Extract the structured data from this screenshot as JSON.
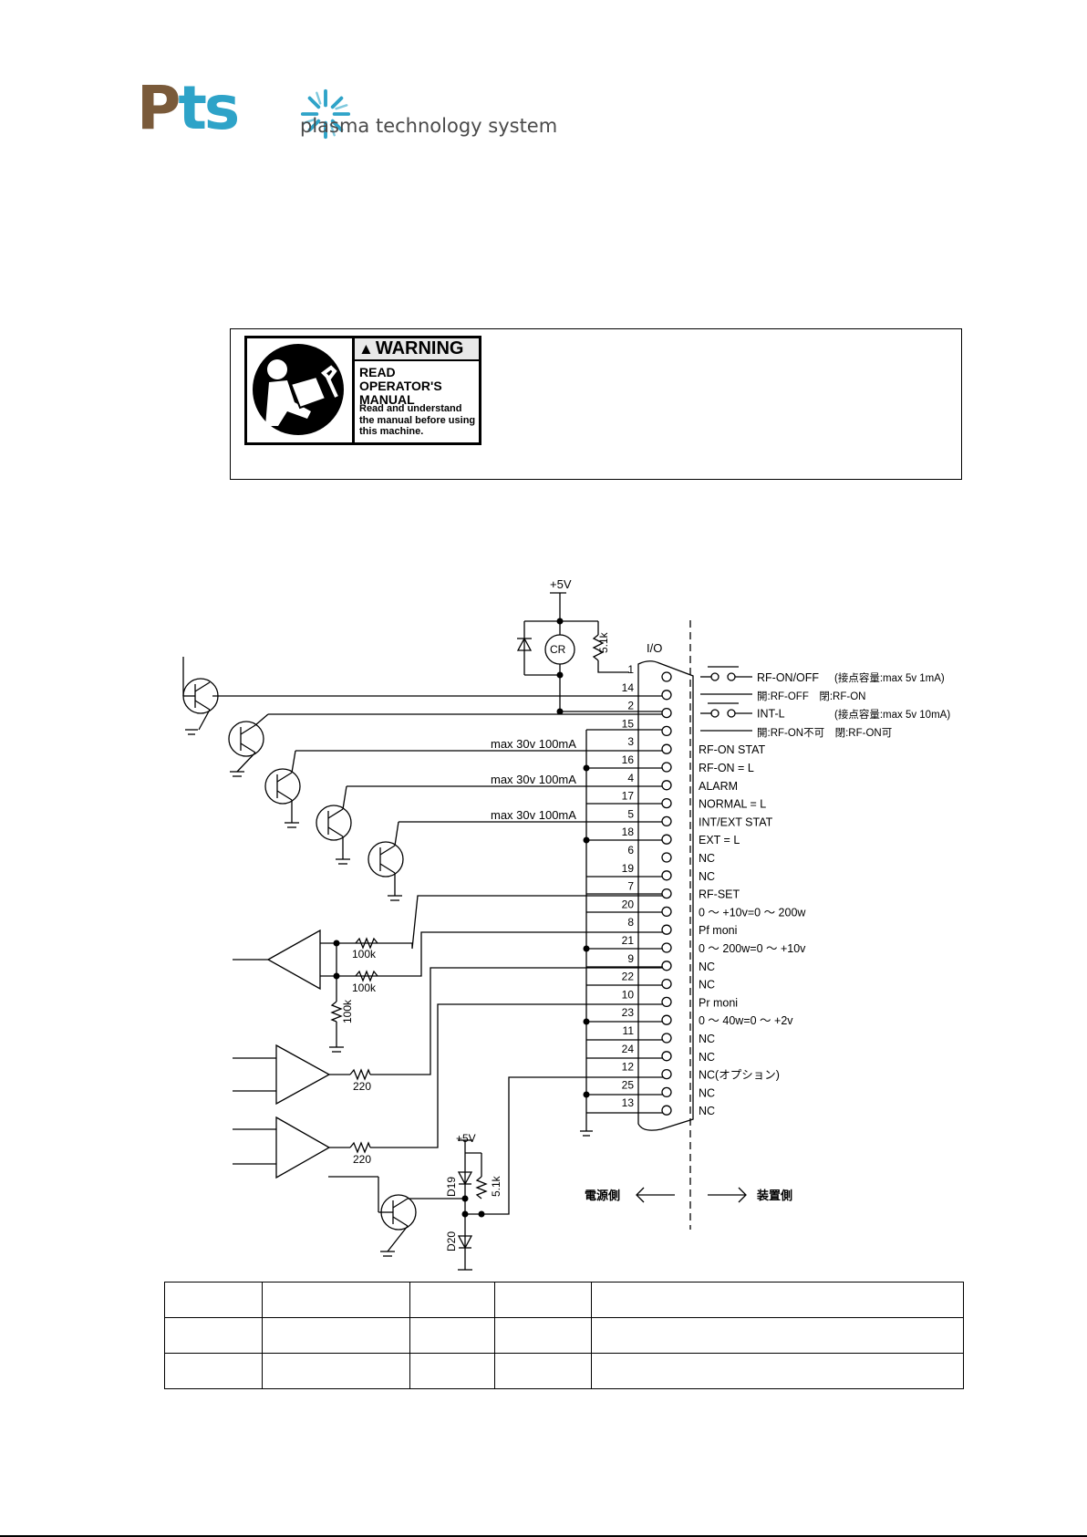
{
  "logo": {
    "brand_p": "P",
    "brand_ts": "ts",
    "tagline": "plasma technology system",
    "colors": {
      "brown": "#7a5a3a",
      "blue": "#2ea3c8"
    },
    "icon": "sparkle-icon"
  },
  "warning": {
    "heading": "WARNING",
    "title": "READ OPERATOR'S MANUAL",
    "body": "Read and understand the manual before using this machine.",
    "icon": "read-manual-icon"
  },
  "schematic": {
    "supply_top": "+5V",
    "supply_bottom": "+5V",
    "relay_label": "CR",
    "resistor_top": "5.1k",
    "connector_label": "I/O",
    "collector_note": "max 30v 100mA",
    "resistors": {
      "r100k_a": "100k",
      "r100k_b": "100k",
      "r100k_v": "100k",
      "r220_a": "220",
      "r220_b": "220",
      "r51k_b": "5.1k"
    },
    "diodes": {
      "d19": "D19",
      "d20": "D20"
    },
    "pins": [
      {
        "pin": "1",
        "signal": "RF-ON/OFF"
      },
      {
        "pin": "14",
        "signal": ""
      },
      {
        "pin": "2",
        "signal": "INT-L"
      },
      {
        "pin": "15",
        "signal": ""
      },
      {
        "pin": "3",
        "signal": "RF-ON STAT"
      },
      {
        "pin": "16",
        "signal": "RF-ON = L"
      },
      {
        "pin": "4",
        "signal": "ALARM"
      },
      {
        "pin": "17",
        "signal": "NORMAL = L"
      },
      {
        "pin": "5",
        "signal": "INT/EXT STAT"
      },
      {
        "pin": "18",
        "signal": "EXT = L"
      },
      {
        "pin": "6",
        "signal": "NC"
      },
      {
        "pin": "19",
        "signal": "NC"
      },
      {
        "pin": "7",
        "signal": "RF-SET"
      },
      {
        "pin": "20",
        "signal": "0 ～ +10v=0 ～ 200w"
      },
      {
        "pin": "8",
        "signal": "Pf moni"
      },
      {
        "pin": "21",
        "signal": "0 ～ 200w=0 ～ +10v"
      },
      {
        "pin": "9",
        "signal": "NC"
      },
      {
        "pin": "22",
        "signal": "NC"
      },
      {
        "pin": "10",
        "signal": "Pr moni"
      },
      {
        "pin": "23",
        "signal": "0 ～ 40w=0 ～ +2v"
      },
      {
        "pin": "11",
        "signal": "NC"
      },
      {
        "pin": "24",
        "signal": "NC"
      },
      {
        "pin": "12",
        "signal": "NC(オプション)"
      },
      {
        "pin": "25",
        "signal": "NC"
      },
      {
        "pin": "13",
        "signal": "NC"
      }
    ],
    "rf_on_capacity": "(接点容量:max 5v 1mA)",
    "rf_on_states": "開:RF-OFF　閉:RF-ON",
    "int_l_capacity": "(接点容量:max 5v 10mA)",
    "int_l_states": "開:RF-ON不可　閉:RF-ON可",
    "power_side": "電源側",
    "device_side": "装置側"
  },
  "table": {
    "rows": [
      [
        "",
        "",
        "",
        "",
        ""
      ],
      [
        "",
        "",
        "",
        "",
        ""
      ],
      [
        "",
        "",
        "",
        "",
        ""
      ]
    ]
  }
}
